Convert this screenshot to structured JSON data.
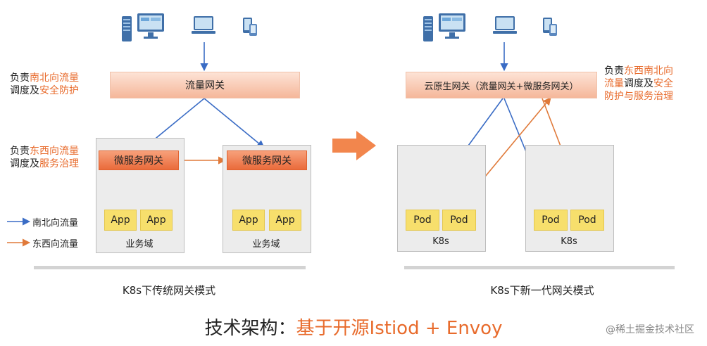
{
  "left": {
    "gateway_label": "流量网关",
    "top_note": {
      "prefix": "负责",
      "highlight": "南北向流量",
      "line2_prefix": "调度及",
      "line2_highlight": "安全防护"
    },
    "mid_note": {
      "prefix": "负责",
      "highlight": "东西向流量",
      "line2_prefix": "调度及",
      "line2_highlight": "服务治理"
    },
    "domains": [
      {
        "gateway": "微服务网关",
        "apps": [
          "App",
          "App"
        ],
        "label": "业务域"
      },
      {
        "gateway": "微服务网关",
        "apps": [
          "App",
          "App"
        ],
        "label": "业务域"
      }
    ],
    "legend": [
      {
        "label": "南北向流量",
        "color": "#3a6cc5"
      },
      {
        "label": "东西向流量",
        "color": "#e07a3a"
      }
    ],
    "caption": "K8s下传统网关模式"
  },
  "right": {
    "gateway_label": "云原生网关（流量网关+微服务网关）",
    "note": {
      "prefix": "负责",
      "highlight1": "东西南北向",
      "line2_highlight": "流量",
      "line2_mid": "调度及",
      "line2_highlight2": "安全",
      "line3_highlight": "防护与服务治理"
    },
    "clusters": [
      {
        "pods": [
          "Pod",
          "Pod"
        ],
        "label": "K8s"
      },
      {
        "pods": [
          "Pod",
          "Pod"
        ],
        "label": "K8s"
      }
    ],
    "caption": "K8s下新一代网关模式"
  },
  "footer": {
    "prefix": "技术架构：",
    "highlight": "基于开源Istiod + Envoy"
  },
  "watermark": "@稀土掘金技术社区",
  "colors": {
    "north_south": "#3a6cc5",
    "east_west": "#e07a3a",
    "highlight_text": "#e86b2c"
  },
  "icons": [
    "server-icon",
    "monitor-icon",
    "laptop-icon",
    "mobile-devices-icon"
  ]
}
